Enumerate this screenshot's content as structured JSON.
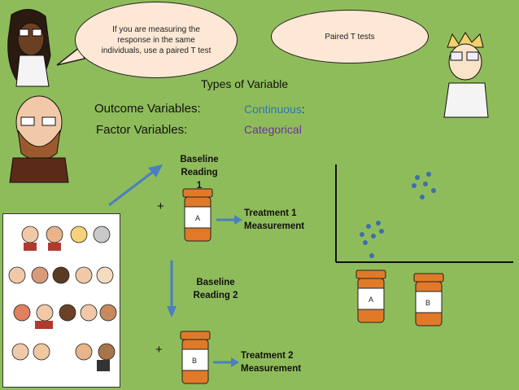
{
  "speech_bubble": "If you are measuring the response in the same individuals, use a paired T test",
  "title_bubble": "Paired T tests",
  "heading": "Types of Variable",
  "outcome_label": "Outcome Variables:",
  "factor_label": "Factor Variables:",
  "continuous_label": "Continuous",
  "continuous_colon": ":",
  "categorical_label": "Categorical",
  "baseline1": "Baseline Reading 1",
  "baseline2": "Baseline Reading 2",
  "treatment1": "Treatment 1 Measurement",
  "treatment2": "Treatment 2 Measurement",
  "plus": "+",
  "jar_a": "A",
  "jar_b": "B",
  "colors": {
    "background": "#8fbc5a",
    "continuous": "#2e75b6",
    "categorical": "#7030a0",
    "arrow": "#4a7fc1",
    "jar_orange": "#e07a28"
  }
}
